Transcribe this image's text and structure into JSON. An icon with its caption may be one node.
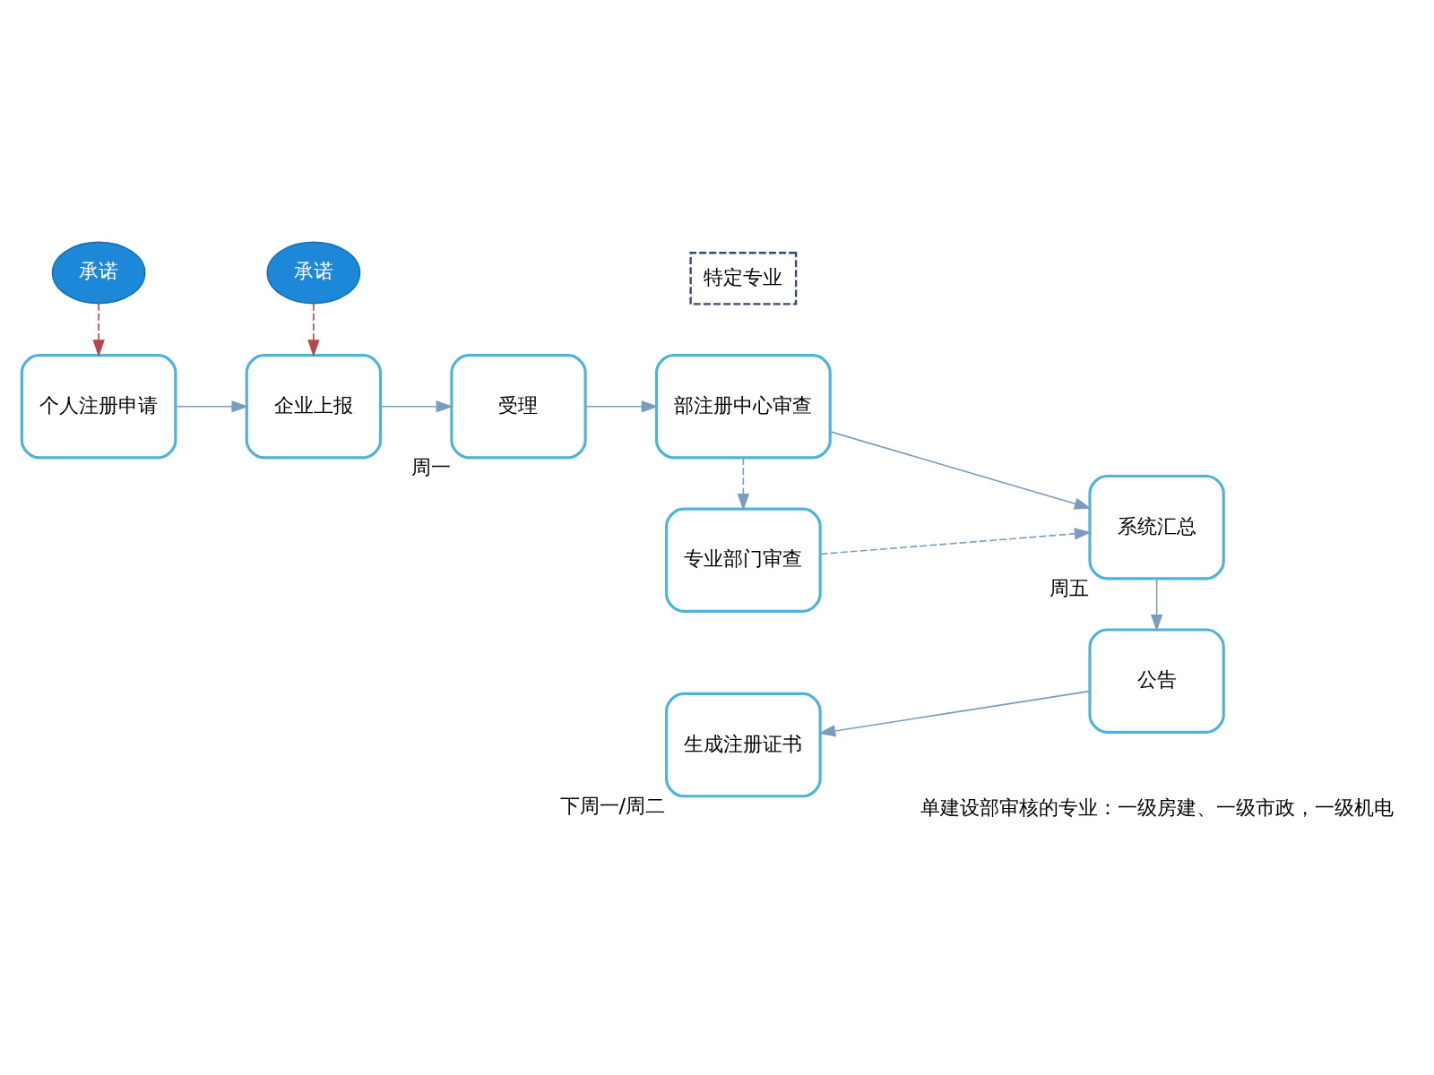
{
  "diagram": {
    "nodes": [
      {
        "text": [
          "承诺"
        ]
      },
      {
        "text": [
          "承诺"
        ]
      },
      {
        "text": [
          "个人注册申请"
        ]
      },
      {
        "text": [
          "企业上报"
        ]
      },
      {
        "text": [
          "受理"
        ],
        "beside": [
          "周一"
        ]
      },
      {
        "text": [
          "部注册中心审查"
        ]
      },
      {
        "text": [
          "特定专业"
        ]
      },
      {
        "text": [
          "专业部门审查"
        ]
      },
      {
        "text": [
          "系统汇总"
        ],
        "beside": [
          "周五"
        ]
      },
      {
        "text": [
          "公告"
        ]
      },
      {
        "text": [
          "生成注册证书"
        ],
        "beside": [
          "下周一/周二"
        ]
      }
    ],
    "edges": [
      {
        "from": 0,
        "to": 2,
        "arrow": "to",
        "style": "dashed",
        "color": "#b5474c"
      },
      {
        "from": 1,
        "to": 3,
        "arrow": "to",
        "style": "dashed",
        "color": "#b5474c"
      },
      {
        "from": 2,
        "to": 3,
        "arrow": "to"
      },
      {
        "from": 3,
        "to": 4,
        "arrow": "to"
      },
      {
        "from": 4,
        "to": 5,
        "arrow": "to"
      },
      {
        "from": 5,
        "to": 8,
        "arrow": "to"
      },
      {
        "from": 5,
        "to": 7,
        "arrow": "to",
        "style": "dashed"
      },
      {
        "from": 7,
        "to": 8,
        "arrow": "to",
        "style": "dashed"
      },
      {
        "from": 8,
        "to": 9,
        "arrow": "to"
      },
      {
        "from": 9,
        "to": 10,
        "arrow": "to"
      }
    ],
    "labels": [
      "单建设部审核的专业：一级房建、一级市政，一级机电"
    ]
  }
}
